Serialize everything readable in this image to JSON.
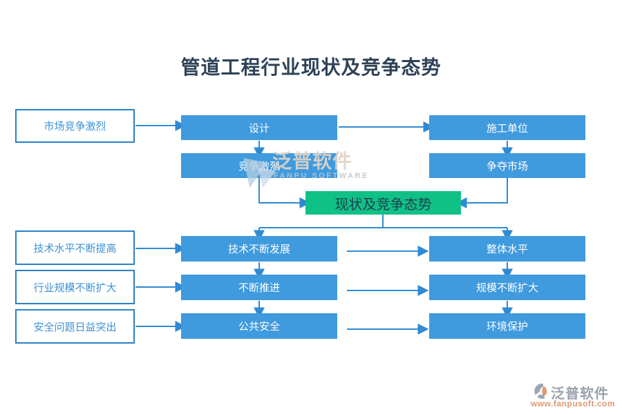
{
  "title": "管道工程行业现状及竞争态势",
  "diagram": {
    "columns": {
      "left": [
        "市场竞争激烈",
        "技术水平不断提高",
        "行业规模不断扩大",
        "安全问题日益突出"
      ],
      "middle": [
        "设计",
        "竞争激烈",
        "技术不断发展",
        "不断推进",
        "公共安全"
      ],
      "right": [
        "施工单位",
        "争夺市场",
        "整体水平",
        "规模不断扩大",
        "环境保护"
      ]
    },
    "center": "现状及竞争态势",
    "edges": [
      {
        "from": "市场竞争激烈",
        "to": "设计"
      },
      {
        "from": "设计",
        "to": "施工单位"
      },
      {
        "from": "设计",
        "to": "竞争激烈"
      },
      {
        "from": "施工单位",
        "to": "争夺市场"
      },
      {
        "from": "竞争激烈",
        "to": "现状及竞争态势"
      },
      {
        "from": "争夺市场",
        "to": "现状及竞争态势"
      },
      {
        "from": "现状及竞争态势",
        "to": "技术不断发展"
      },
      {
        "from": "现状及竞争态势",
        "to": "整体水平"
      },
      {
        "from": "技术水平不断提高",
        "to": "技术不断发展"
      },
      {
        "from": "行业规模不断扩大",
        "to": "不断推进"
      },
      {
        "from": "安全问题日益突出",
        "to": "公共安全"
      },
      {
        "from": "技术不断发展",
        "to": "不断推进"
      },
      {
        "from": "不断推进",
        "to": "公共安全"
      },
      {
        "from": "整体水平",
        "to": "规模不断扩大"
      },
      {
        "from": "规模不断扩大",
        "to": "环境保护"
      },
      {
        "from": "技术不断发展",
        "to": "整体水平"
      },
      {
        "from": "不断推进",
        "to": "规模不断扩大"
      },
      {
        "from": "公共安全",
        "to": "环境保护"
      }
    ]
  },
  "watermark": {
    "brand": "泛普软件",
    "subtitle": "FANPU SOFTWARE"
  },
  "footer": {
    "brand": "泛普软件",
    "url": "www.fanpusoft.com"
  },
  "colors": {
    "node_blue": "#3f9ade",
    "node_green": "#10c185",
    "white_node_border": "#2b7fc4",
    "white_node_text": "#3e92d5",
    "arrow": "#2f8ad2",
    "title_text": "#2e4257",
    "footer_brand": "#99a2ad",
    "footer_url": "#dd9873"
  }
}
